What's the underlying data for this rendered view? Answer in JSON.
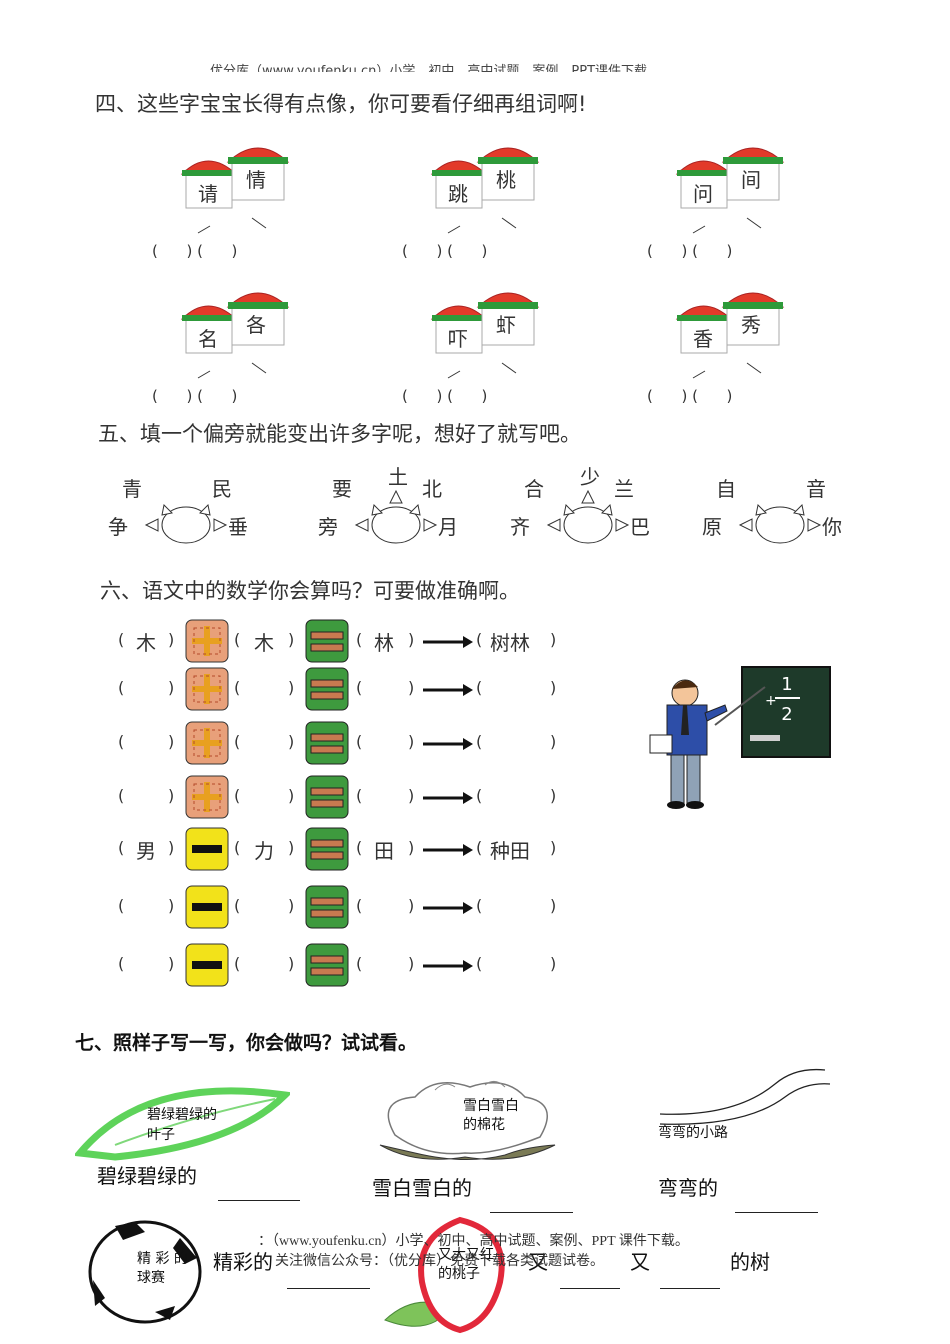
{
  "header_cut": "优分库（www.youfenku.cn）小学、初中、高中试题、案例、PPT课件下载",
  "section4": {
    "title": "四、这些字宝宝长得有点像，你可要看仔细再组词啊!",
    "houses": [
      {
        "left": "请",
        "right": "情"
      },
      {
        "left": "跳",
        "right": "桃"
      },
      {
        "left": "问",
        "right": "间"
      },
      {
        "left": "名",
        "right": "各"
      },
      {
        "left": "吓",
        "right": "虾"
      },
      {
        "left": "香",
        "right": "秀"
      }
    ],
    "paren_pair": "(      ) (      )"
  },
  "section5": {
    "title": "五、填一个偏旁就能变出许多字呢，想好了就写吧。",
    "suns": [
      {
        "top_left": "青",
        "top_right": "民",
        "left": "争",
        "right": "垂",
        "top": ""
      },
      {
        "top_left": "要",
        "top_right": "北",
        "left": "旁",
        "right": "月",
        "top": "土"
      },
      {
        "top_left": "合",
        "top_right": "兰",
        "left": "齐",
        "right": "巴",
        "top": "少"
      },
      {
        "top_left": "自",
        "top_right": "音",
        "left": "原",
        "right": "你",
        "top": ""
      }
    ]
  },
  "section6": {
    "title": "六、语文中的数学你会算吗？可要做准确啊。",
    "rows": [
      {
        "op": "plus",
        "a": "木",
        "b": "木",
        "c": "林",
        "d": "树林"
      },
      {
        "op": "plus",
        "a": "",
        "b": "",
        "c": "",
        "d": ""
      },
      {
        "op": "plus",
        "a": "",
        "b": "",
        "c": "",
        "d": ""
      },
      {
        "op": "plus",
        "a": "",
        "b": "",
        "c": "",
        "d": ""
      },
      {
        "op": "minus",
        "a": "男",
        "b": "力",
        "c": "田",
        "d": "种田"
      },
      {
        "op": "minus",
        "a": "",
        "b": "",
        "c": "",
        "d": ""
      },
      {
        "op": "minus",
        "a": "",
        "b": "",
        "c": "",
        "d": ""
      }
    ],
    "board_num": "1",
    "board_den": "2",
    "board_op": "+"
  },
  "section7": {
    "title": "七、照样子写一写，你会做吗？试试看。",
    "leaf_text_1": "碧绿碧绿的",
    "leaf_text_2": "叶子",
    "ex1": "碧绿碧绿的",
    "cotton_text_1": "雪白雪白",
    "cotton_text_2": "的棉花",
    "ex2": "雪白雪白的",
    "road_text": "弯弯的小路",
    "ex3": "弯弯的",
    "ball_text_1": "精 彩 的",
    "ball_text_2": "球赛",
    "ex4": "精彩的",
    "peach_text_1": "又大又红",
    "peach_text_2": "的桃子",
    "you1": "又",
    "you2": "又",
    "tree": "的树"
  },
  "footer": {
    "line1": "：（www.youfenku.cn）小学、初中、高中试题、案例、PPT 课件下载。",
    "line2": "关注微信公众号：（优分库）免费下载各类试题试卷。"
  },
  "colors": {
    "roof_red": "#e23a2a",
    "roof_green": "#2e9a3a",
    "plus_box": "#e8a07a",
    "minus_yellow": "#f2e21a",
    "equals_green": "#3e9a3e",
    "board": "#1e3a2a"
  }
}
